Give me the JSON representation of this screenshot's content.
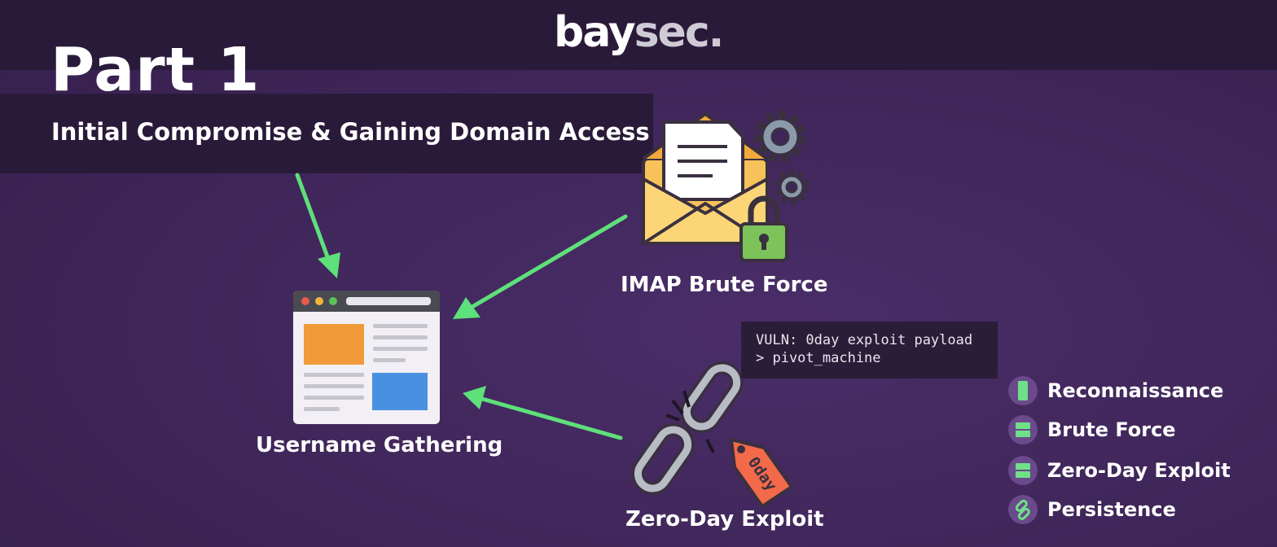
{
  "header": {
    "logo_part1": "bay",
    "logo_part2": "sec."
  },
  "title": "Part 1",
  "subtitle": "Initial Compromise & Gaining Domain Access",
  "nodes": {
    "username_gathering": "Username Gathering",
    "imap_brute_force": "IMAP Brute Force",
    "zero_day_exploit": "Zero-Day Exploit",
    "zero_day_tag": "0day"
  },
  "terminal": {
    "line1": "VULN: 0day exploit payload",
    "line2": "> pivot_machine"
  },
  "legend": [
    {
      "label": "Reconnaissance",
      "icon": "phone-icon"
    },
    {
      "label": "Brute Force",
      "icon": "server-icon"
    },
    {
      "label": "Zero-Day Exploit",
      "icon": "server-icon"
    },
    {
      "label": "Persistence",
      "icon": "link-icon"
    }
  ],
  "colors": {
    "arrow": "#5ee07a",
    "panel": "#2a1a3a",
    "background": "#3f2659"
  }
}
